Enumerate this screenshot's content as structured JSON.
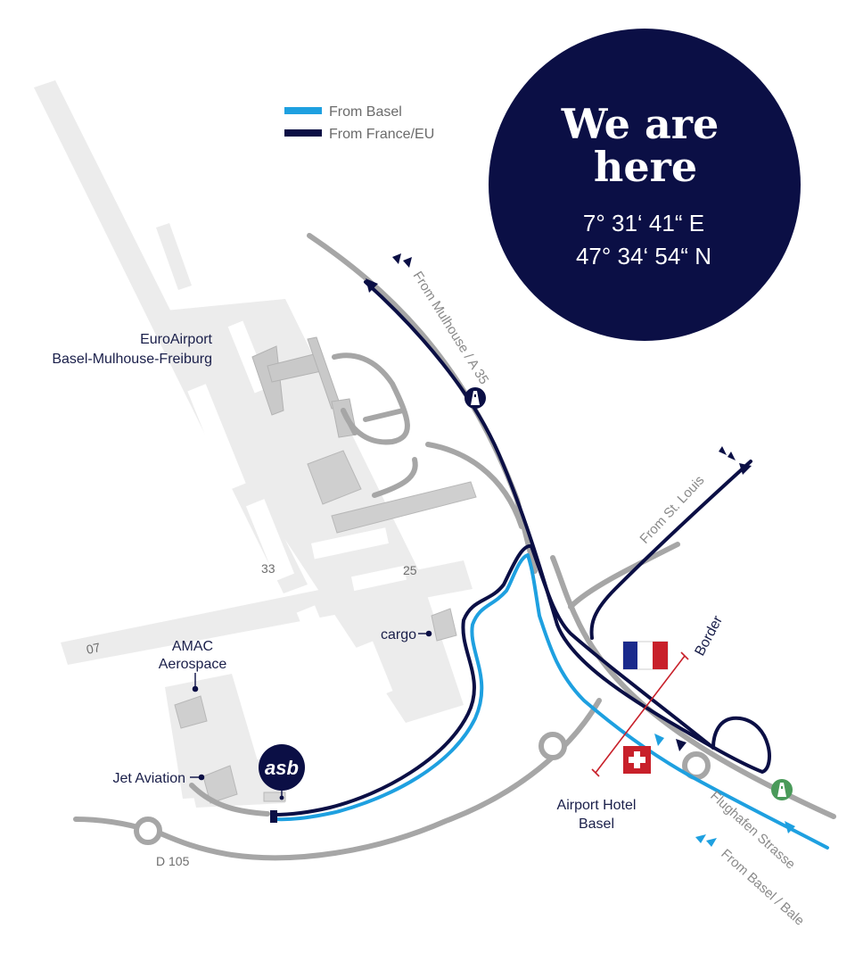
{
  "colors": {
    "navy": "#0b0f45",
    "basel_blue": "#1ea0e0",
    "road_grey": "#a6a6a6",
    "airport_grey": "#ececec",
    "building_grey": "#cfcfcf",
    "swiss_red": "#c8202a",
    "french_blue": "#1a2a8c",
    "motorway_green": "#4a9a5a"
  },
  "legend": {
    "basel": "From Basel",
    "france": "From France/EU"
  },
  "badge": {
    "line1": "We are",
    "line2": "here",
    "longitude": "7° 31‘ 41“ E",
    "latitude": "47° 34‘ 54“ N"
  },
  "labels": {
    "airport_line1": "EuroAirport",
    "airport_line2": "Basel-Mulhouse-Freiburg",
    "amac_line1": "AMAC",
    "amac_line2": "Aerospace",
    "jet_aviation": "Jet Aviation",
    "cargo": "cargo",
    "asb": "asb",
    "hotel_line1": "Airport Hotel",
    "hotel_line2": "Basel",
    "border": "Border",
    "from_mulhouse": "From Mulhouse / A 35",
    "from_st_louis": "From St. Louis",
    "flughafen": "Flughafen Strasse",
    "from_basel_bale": "From Basel / Bale",
    "d105": "D 105",
    "rwy_33": "33",
    "rwy_25": "25",
    "rwy_07": "07"
  },
  "icons": {
    "motorway": "motorway-icon",
    "swiss_flag": "swiss-flag-icon",
    "french_flag": "french-flag-icon",
    "direction_arrow": "direction-arrow-icon",
    "location_pin": "location-pin-icon"
  }
}
